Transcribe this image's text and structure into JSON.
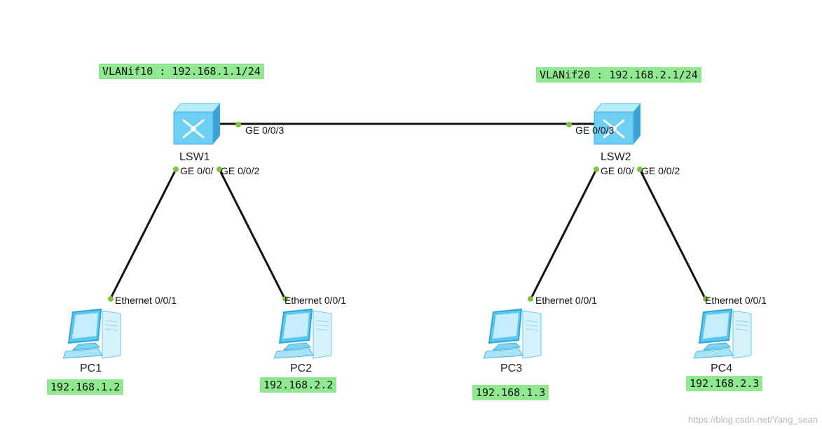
{
  "switches": [
    {
      "name": "LSW1",
      "vlanif_label": "VLANif10 : 192.168.1.1/24"
    },
    {
      "name": "LSW2",
      "vlanif_label": "VLANif20 : 192.168.2.1/24"
    }
  ],
  "pcs": [
    {
      "name": "PC1",
      "ip": "192.168.1.2",
      "port": "Ethernet 0/0/1"
    },
    {
      "name": "PC2",
      "ip": "192.168.2.2",
      "port": "Ethernet 0/0/1"
    },
    {
      "name": "PC3",
      "ip": "192.168.1.3",
      "port": "Ethernet 0/0/1"
    },
    {
      "name": "PC4",
      "ip": "192.168.2.3",
      "port": "Ethernet 0/0/1"
    }
  ],
  "switch_ports": {
    "lsw1_trunk": "GE 0/0/3",
    "lsw1_down1": "GE 0/0/",
    "lsw1_down2": "GE 0/0/2",
    "lsw2_trunk": "GE 0/0/3",
    "lsw2_down1": "GE 0/0/",
    "lsw2_down2": "GE 0/0/2"
  },
  "watermark": "https://blog.csdn.net/Yang_sean",
  "colors": {
    "label_bg": "#90e890",
    "link": "#111111",
    "port_dot": "#7cc43c",
    "device_blue": "#5cc8f0"
  },
  "icons": {
    "switch": "l3-switch-icon",
    "pc": "pc-icon"
  }
}
